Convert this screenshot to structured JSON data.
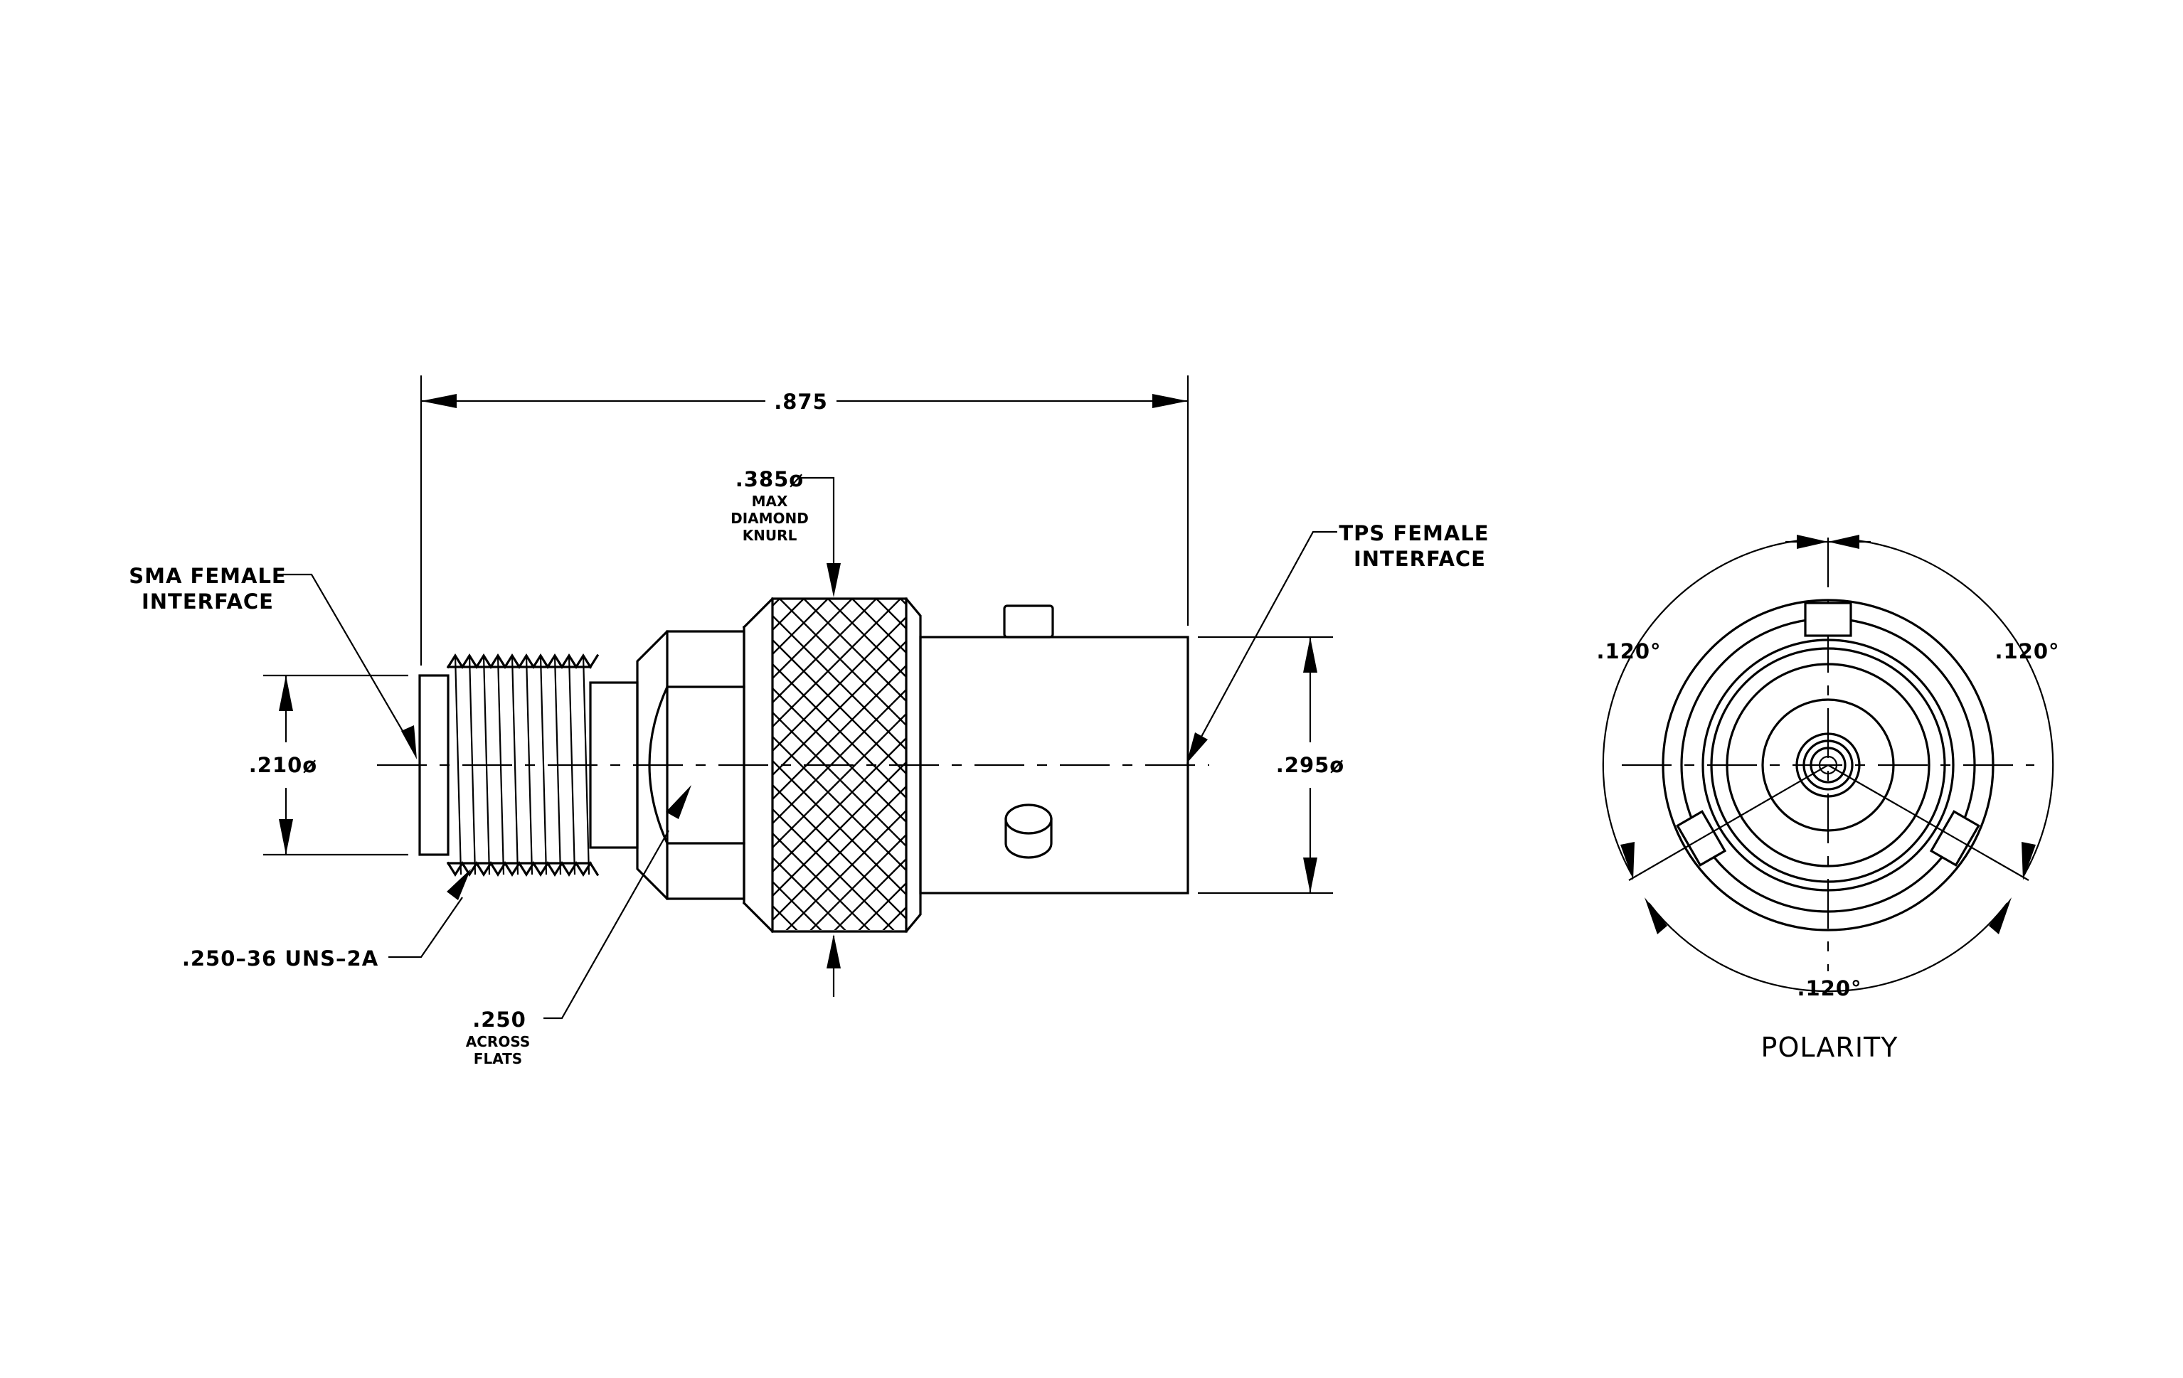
{
  "labels": {
    "overall_length": ".875",
    "knurl_dia": ".385ø",
    "knurl_max": "MAX",
    "knurl_diamond": "DIAMOND",
    "knurl_knurl": "KNURL",
    "sma_line1": "SMA  FEMALE",
    "sma_line2": "INTERFACE",
    "tps_line1": "TPS  FEMALE",
    "tps_line2": "INTERFACE",
    "thread_dia": ".210ø",
    "body_dia": ".295ø",
    "thread_spec": ".250–36  UNS–2A",
    "flats_value": ".250",
    "flats_line1": "ACROSS",
    "flats_line2": "FLATS",
    "angle_left": ".120°",
    "angle_right": ".120°",
    "angle_bottom": ".120°",
    "polarity_title": "POLARITY"
  }
}
